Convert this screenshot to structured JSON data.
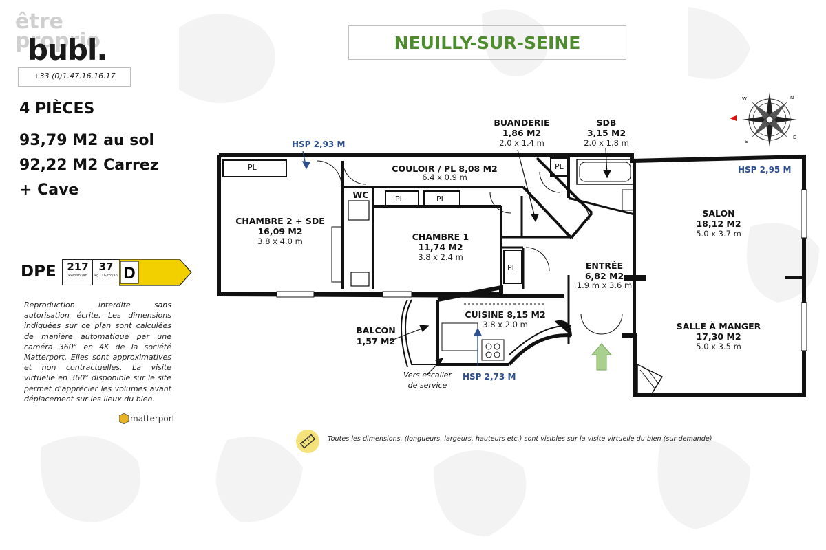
{
  "brand": {
    "ghost_text_line1": "être",
    "ghost_text_line2": "proprio",
    "logo_text": "bubl.",
    "phone": "+33 (0)1.47.16.16.17"
  },
  "title": "NEUILLY-SUR-SEINE",
  "summary": {
    "pieces": "4 PIÈCES",
    "au_sol": "93,79 M2 au sol",
    "carrez": "92,22 M2 Carrez",
    "cave": "+ Cave"
  },
  "dpe": {
    "label": "DPE",
    "energy_value": "217",
    "energy_unit": "kWh/m²/an",
    "ges_value": "37",
    "ges_unit": "kg CO₂/m²/an",
    "class": "D",
    "class_color": "#f2d000"
  },
  "disclaimer": "Reproduction interdite sans autorisation écrite. Les dimensions indiquées sur ce plan sont calculées de manière automatique par une caméra 360° en 4K de la société Matterport, Elles sont approximatives et non contractuelles. La visite virtuelle en 360° disponible sur le site permet d'apprécier les volumes avant déplacement sur les lieux du bien.",
  "matterport_label": "matterport",
  "footnote": "Toutes les dimensions, (longueurs, largeurs, hauteurs etc.) sont visibles sur la visite virtuelle du bien (sur demande)",
  "rooms": {
    "couloir": {
      "name": "COULOIR / PL 8,08 M2",
      "dims": "6.4 x 0.9 m"
    },
    "chambre2": {
      "name": "CHAMBRE 2 + SDE",
      "area": "16,09 M2",
      "dims": "3.8 x 4.0 m"
    },
    "chambre1": {
      "name": "CHAMBRE 1",
      "area": "11,74 M2",
      "dims": "3.8 x 2.4 m"
    },
    "buanderie": {
      "name": "BUANDERIE",
      "area": "1,86 M2",
      "dims": "2.0 x 1.4 m"
    },
    "sdb": {
      "name": "SDB",
      "area": "3,15 M2",
      "dims": "2.0 x 1.8 m"
    },
    "salon": {
      "name": "SALON",
      "area": "18,12 M2",
      "dims": "5.0 x 3.7 m"
    },
    "entree": {
      "name": "ENTRÉE",
      "area": "6,82 M2",
      "dims": "1.9 m x 3.6 m"
    },
    "cuisine": {
      "name": "CUISINE 8,15 M2",
      "dims": "3.8 x 2.0 m"
    },
    "balcon": {
      "name": "BALCON",
      "area": "1,57 M2"
    },
    "salle_a_manger": {
      "name": "SALLE À MANGER",
      "area": "17,30 M2",
      "dims": "5.0 x 3.5 m"
    },
    "wc": {
      "name": "WC"
    }
  },
  "hsp": {
    "h1": "HSP 2,93 M",
    "h2": "HSP 2,95 M",
    "h3": "HSP 2,73 M"
  },
  "pl_label": "PL",
  "escalier_note_line1": "Vers escalier",
  "escalier_note_line2": "de service",
  "compass_letters": {
    "n": "N",
    "e": "E",
    "s": "S",
    "w": "W"
  }
}
